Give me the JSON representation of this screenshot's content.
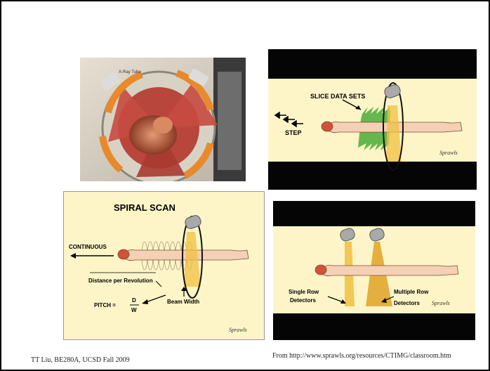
{
  "panels": {
    "ct_gantry": {
      "tube_label": "X-Ray Tube"
    },
    "step_scan": {
      "slice_label": "SLICE DATA SETS",
      "step_label": "STEP",
      "signature": "Sprawls"
    },
    "spiral_scan": {
      "title": "SPIRAL SCAN",
      "continuous": "CONTINUOUS",
      "distance": "Distance per Revolution",
      "pitch": "PITCH =",
      "pitch_num": "D",
      "pitch_den": "W",
      "beam_width": "Beam Width",
      "signature": "Sprawls"
    },
    "detectors": {
      "single_row_1": "Single Row",
      "single_row_2": "Detectors",
      "multi_row_1": "Multiple Row",
      "multi_row_2": "Detectors",
      "signature": "Sprawls"
    }
  },
  "footer": {
    "left": "TT Liu, BE280A, UCSD Fall 2009",
    "right": "From http://www.sprawls.org/resources/CTIMG/classroom.htm"
  },
  "colors": {
    "cream": "#fdf5c8",
    "black_bar": "#050505",
    "beam": "#f0c040",
    "red": "#c8362a",
    "orange_arrow": "#e88a2c",
    "green": "#4caa3a"
  }
}
